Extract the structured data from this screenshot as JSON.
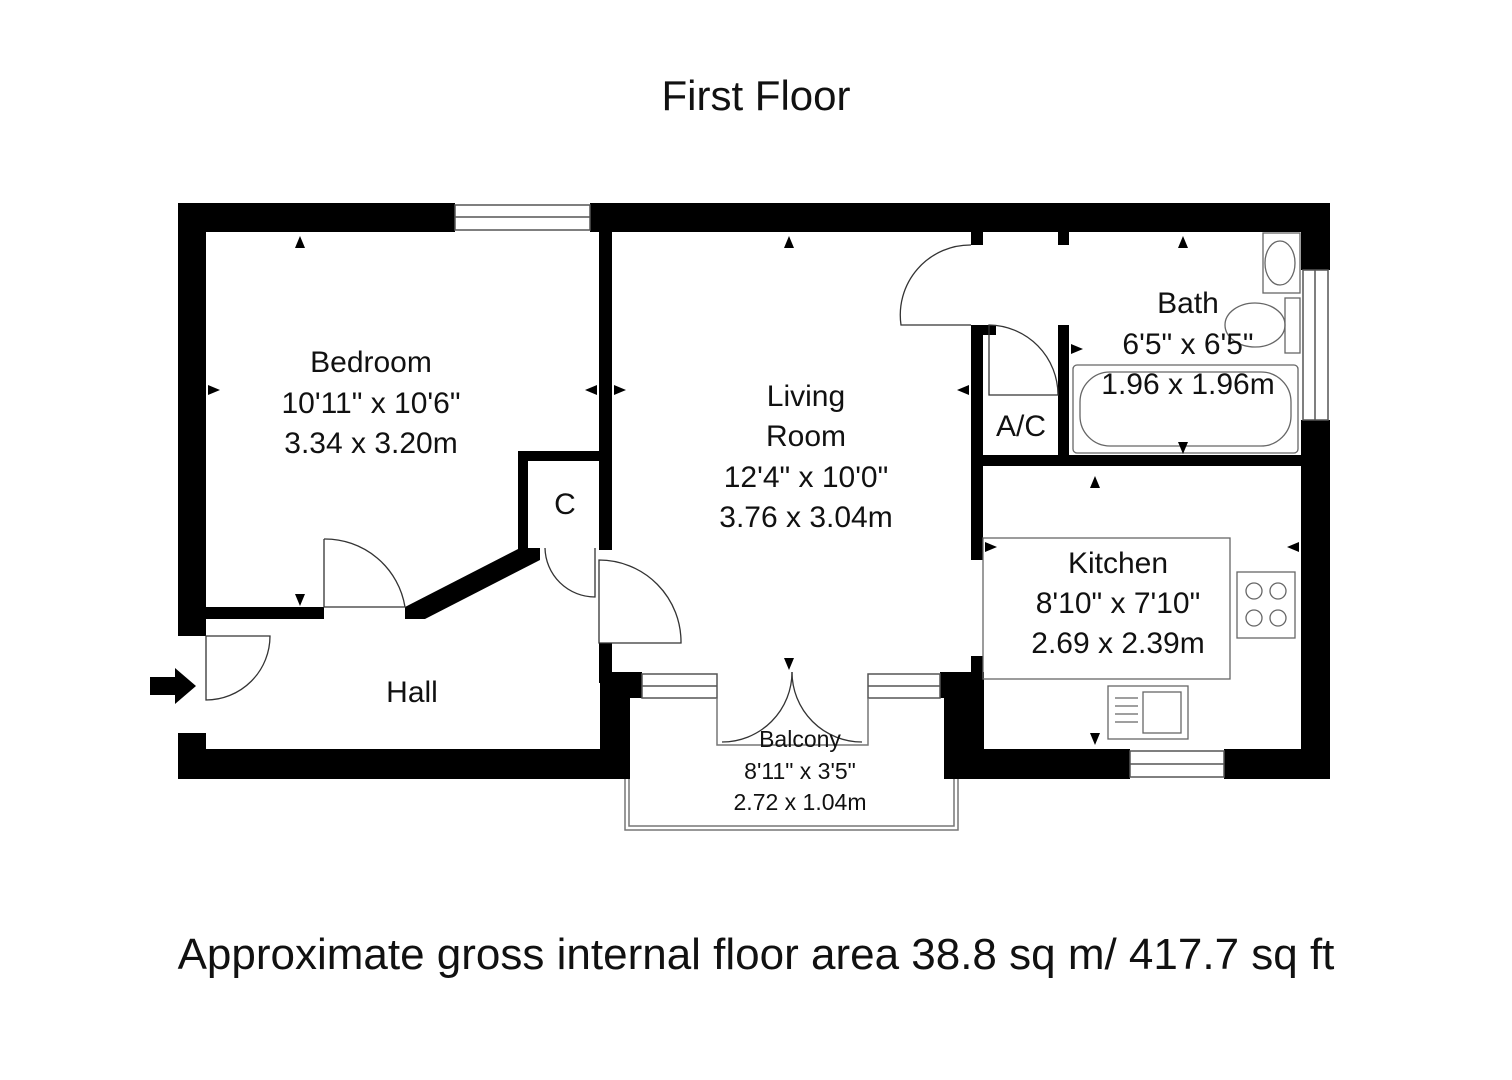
{
  "title": "First Floor",
  "footer": "Approximate gross internal floor area 38.8 sq m/ 417.7 sq ft",
  "rooms": {
    "bedroom": {
      "name": "Bedroom",
      "imperial": "10'11\" x 10'6\"",
      "metric": "3.34 x 3.20m"
    },
    "living": {
      "name1": "Living",
      "name2": "Room",
      "imperial": "12'4\" x 10'0\"",
      "metric": "3.76 x 3.04m"
    },
    "bath": {
      "name": "Bath",
      "imperial": "6'5\" x 6'5\"",
      "metric": "1.96 x 1.96m"
    },
    "kitchen": {
      "name": "Kitchen",
      "imperial": "8'10\" x 7'10\"",
      "metric": "2.69 x 2.39m"
    },
    "balcony": {
      "name": "Balcony",
      "imperial": "8'11\" x 3'5\"",
      "metric": "2.72 x 1.04m"
    },
    "hall": {
      "name": "Hall"
    },
    "cupboard": {
      "name": "C"
    },
    "ac": {
      "name": "A/C"
    }
  },
  "colors": {
    "wall": "#000000",
    "background": "#ffffff",
    "fixture": "#666666"
  }
}
